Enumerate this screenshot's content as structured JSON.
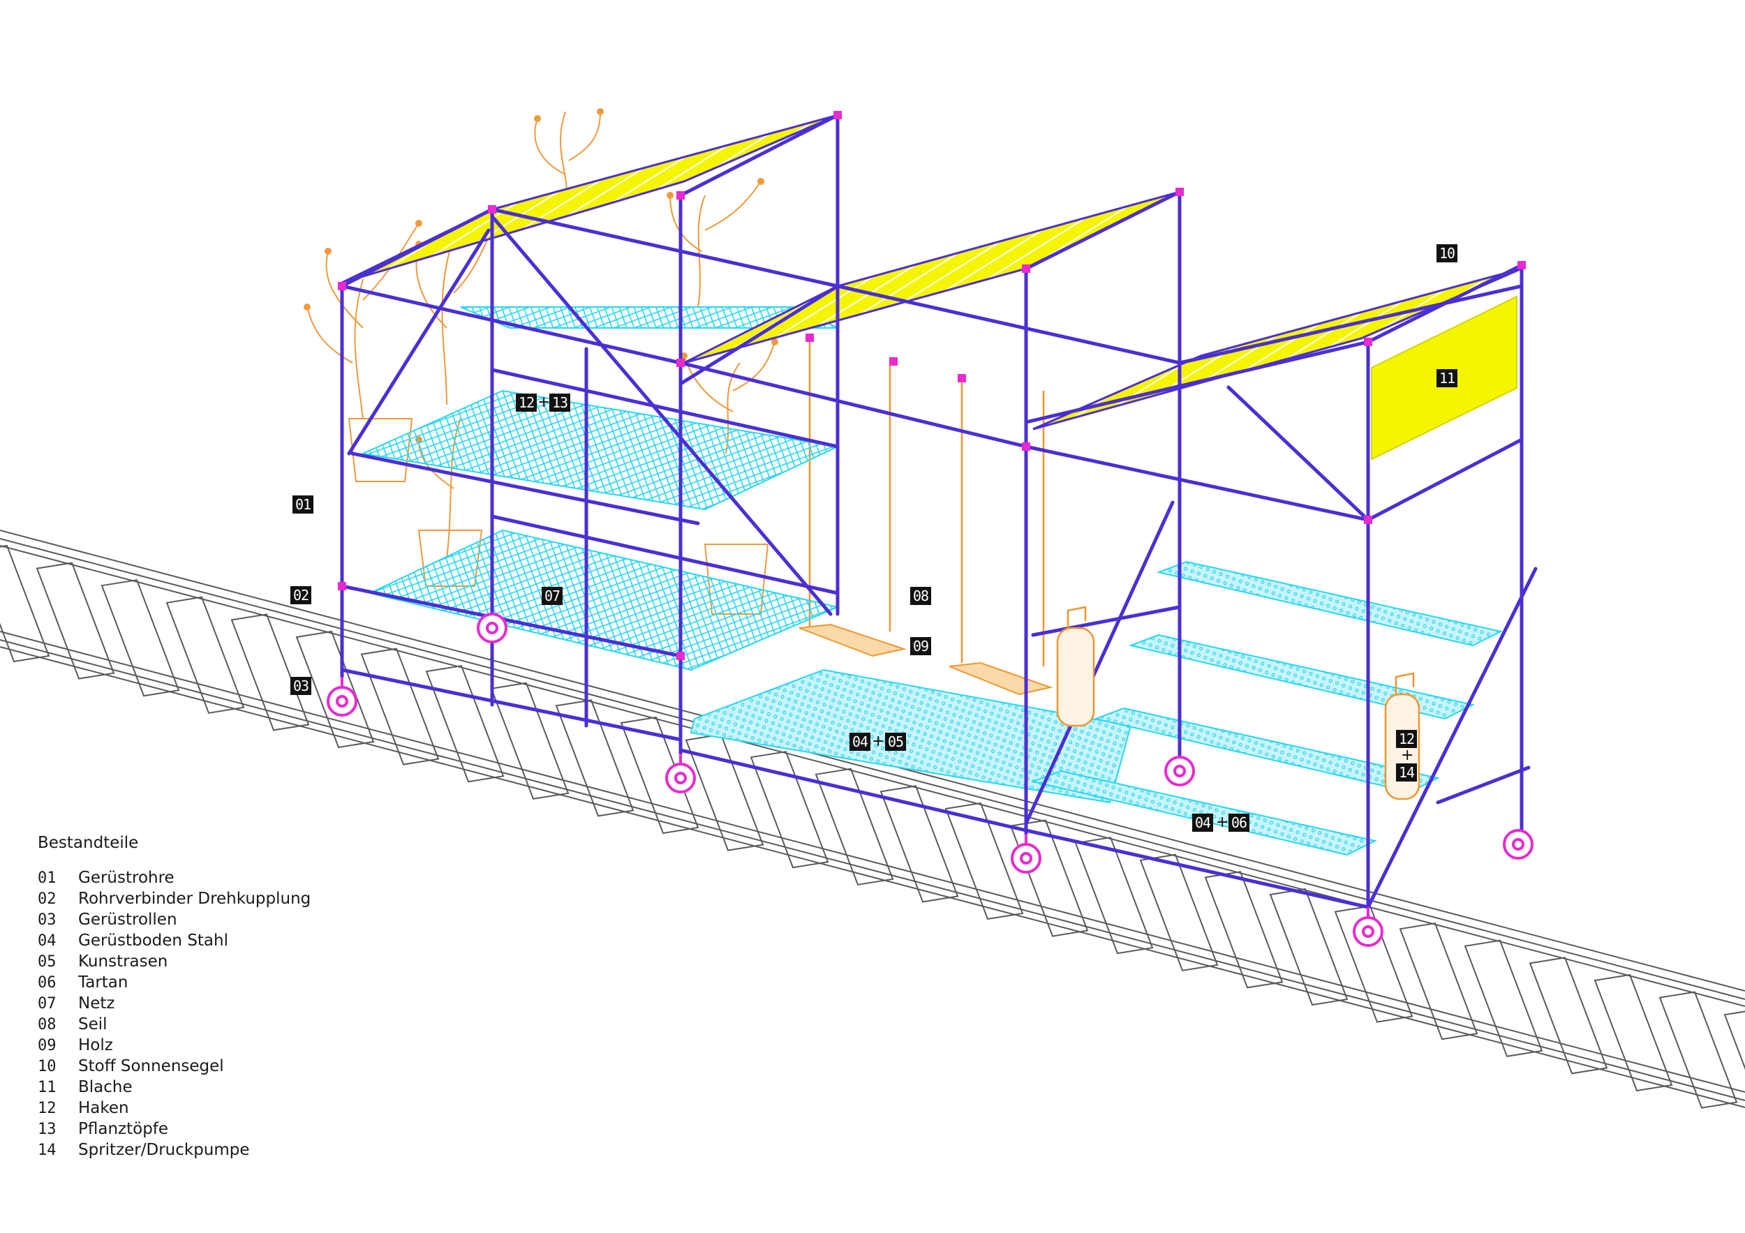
{
  "colors": {
    "pipe": "#4a2fd6",
    "coupler": "#e82ad0",
    "wheel": "#e82ad0",
    "mesh": "#27d6f0",
    "plant": "#f09a3a",
    "rope": "#f0962e",
    "sail": "#f5f500",
    "rail": "#5a5a5a",
    "tag_bg": "#111111",
    "tag_text": "#ffffff"
  },
  "callouts": {
    "c01": "01",
    "c02": "02",
    "c03": "03",
    "c07": "07",
    "c08": "08",
    "c09": "09",
    "c10": "10",
    "c11": "11",
    "c12_13": {
      "a": "12",
      "b": "13",
      "sep": "+"
    },
    "c04_05": {
      "a": "04",
      "b": "05",
      "sep": "+"
    },
    "c04_06": {
      "a": "04",
      "b": "06",
      "sep": "+"
    },
    "c12_14": {
      "a": "12",
      "b": "14",
      "sep": "+"
    }
  },
  "legend": {
    "heading": "Bestandteile",
    "items": [
      {
        "num": "01",
        "label": "Gerüstrohre"
      },
      {
        "num": "02",
        "label": "Rohrverbinder Drehkupplung"
      },
      {
        "num": "03",
        "label": "Gerüstrollen"
      },
      {
        "num": "04",
        "label": "Gerüstboden Stahl"
      },
      {
        "num": "05",
        "label": "Kunstrasen"
      },
      {
        "num": "06",
        "label": "Tartan"
      },
      {
        "num": "07",
        "label": "Netz"
      },
      {
        "num": "08",
        "label": "Seil"
      },
      {
        "num": "09",
        "label": "Holz"
      },
      {
        "num": "10",
        "label": "Stoff Sonnensegel"
      },
      {
        "num": "11",
        "label": "Blache"
      },
      {
        "num": "12",
        "label": "Haken"
      },
      {
        "num": "13",
        "label": "Pflanztöpfe"
      },
      {
        "num": "14",
        "label": "Spritzer/Druckpumpe"
      }
    ]
  }
}
